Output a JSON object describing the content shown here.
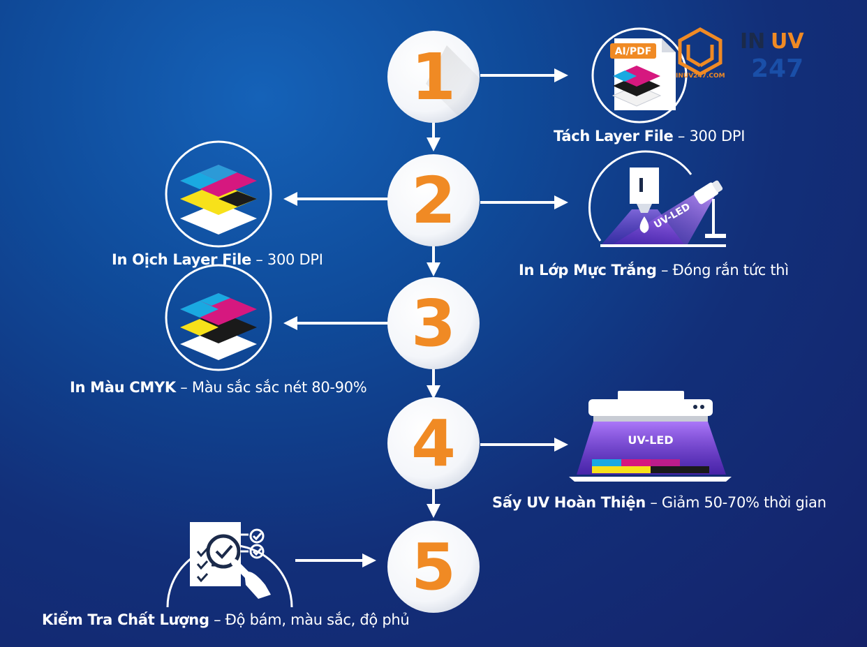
{
  "brand": {
    "name_part1": "IN",
    "name_part2": "UV",
    "number": "247",
    "domain": "INUV247.COM",
    "colors": {
      "orange": "#f08a24",
      "blue": "#1a4fa8",
      "dark": "#1b2a4a"
    }
  },
  "steps": [
    {
      "number": "1",
      "title": "Tách Layer File",
      "desc": "300 DPI",
      "icon": "ai-pdf-file-layers-icon",
      "badge": "AI/PDF"
    },
    {
      "number": "2",
      "title": "In Lớp Mực Trắng",
      "desc": "Đóng rắn tức thì",
      "icon": "uv-led-lamp-icon",
      "badge": "UV-LED"
    },
    {
      "number": "2",
      "title": "In Oịch Layer File",
      "desc": "300 DPI",
      "icon": "layer-stack-icon"
    },
    {
      "number": "3",
      "title": "In Màu CMYK",
      "desc": "Màu sắc sắc nét 80-90%",
      "icon": "cmyk-layers-icon"
    },
    {
      "number": "4",
      "title": "Sấy UV Hoàn Thiện",
      "desc": "Giảm 50-70% thời gian",
      "icon": "uv-printer-icon",
      "badge": "UV-LED"
    },
    {
      "number": "5",
      "title": "Kiểm Tra Chất Lượng",
      "desc": "Độ bám, màu sắc, độ phủ",
      "icon": "quality-check-icon"
    }
  ],
  "separator": "–",
  "colors": {
    "accent": "#f08a24",
    "circle": "#ffffff",
    "cyan": "#1aa9e1",
    "magenta": "#d6187f",
    "yellow": "#f7e11a",
    "black": "#1a1a1a",
    "uv_purple": "#7b2fd0"
  }
}
